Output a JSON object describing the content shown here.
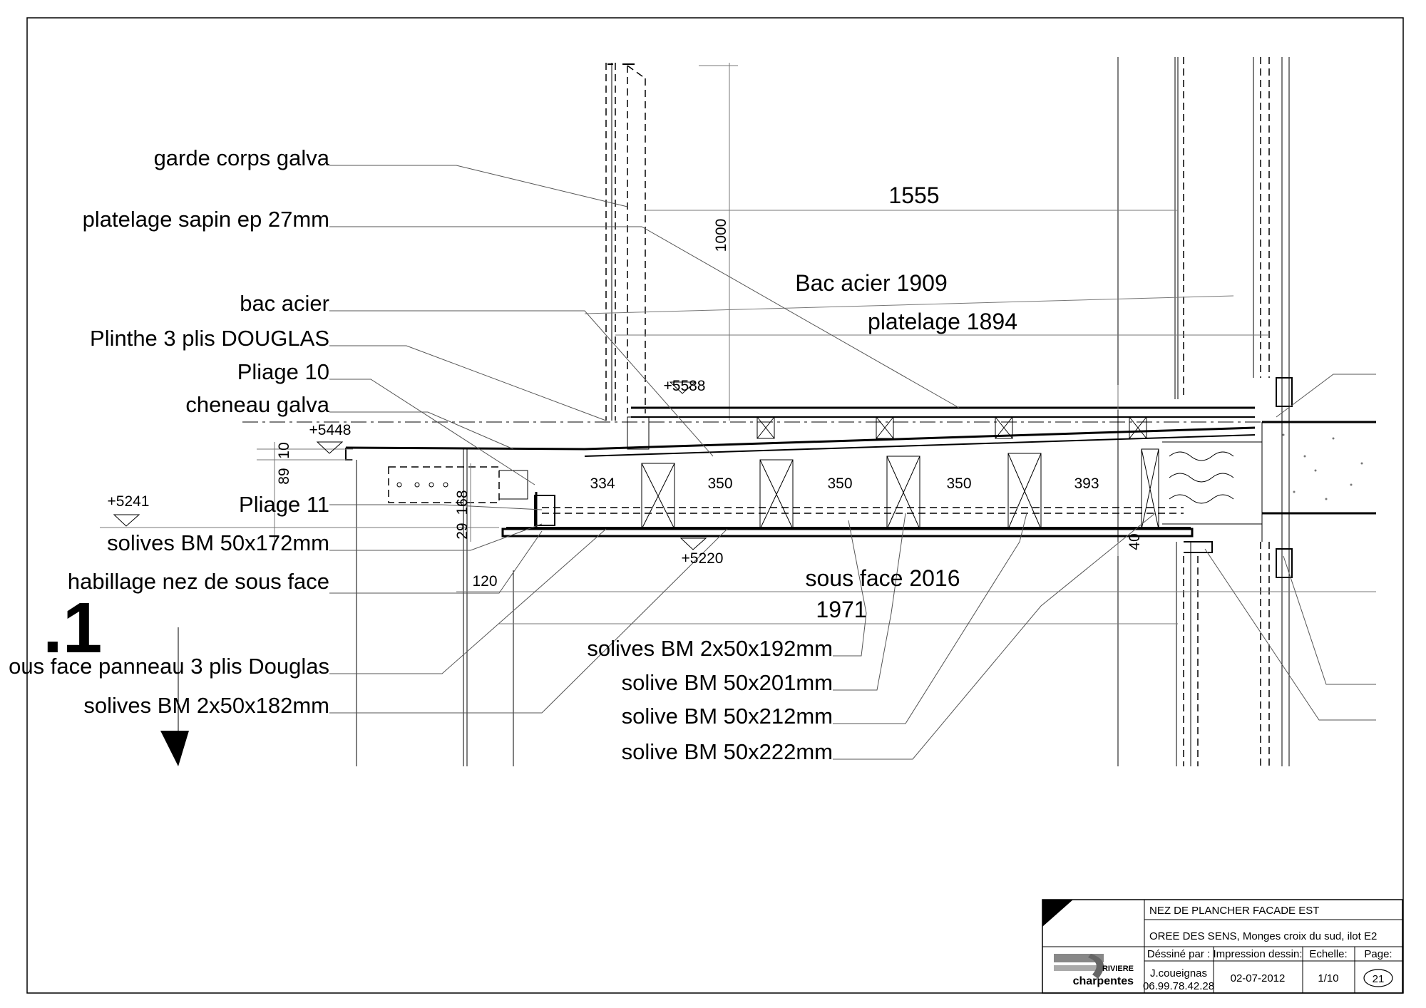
{
  "drawing": {
    "callouts_left": [
      "garde corps galva",
      "platelage sapin ep 27mm",
      "bac acier",
      "Plinthe 3 plis DOUGLAS",
      "Pliage 10",
      "cheneau galva",
      "Pliage 11",
      "solives BM 50x172mm",
      "habillage nez de sous face",
      "ous face panneau 3 plis Douglas",
      "solives BM 2x50x182mm"
    ],
    "callouts_bottom": [
      "solives BM 2x50x192mm",
      "solive BM 50x201mm",
      "solive BM 50x212mm",
      "solive BM 50x222mm"
    ],
    "dimensions": {
      "d1555": "1555",
      "d1000": "1000",
      "bac_acier": "Bac acier 1909",
      "platelage": "platelage 1894",
      "sous_face": "sous face 2016",
      "d1971": "1971",
      "spacings": [
        "334",
        "350",
        "350",
        "350",
        "393"
      ],
      "d120": "120",
      "d40": "40",
      "v10": "10",
      "v89": "89",
      "v168": "168",
      "v29": "29"
    },
    "levels": [
      "+5588",
      "+5448",
      "+5241",
      "+5220"
    ],
    "section_mark": ".1"
  },
  "title_block": {
    "title": "NEZ DE PLANCHER FACADE EST",
    "project": "OREE DES SENS, Monges croix du sud, ilot E2",
    "headers": {
      "drawn_by": "Déssiné par :",
      "print_date": "Impression dessin:",
      "scale": "Echelle:",
      "page": "Page:"
    },
    "values": {
      "drawn_by": "J.coueignas",
      "phone": "06.99.78.42.28",
      "print_date": "02-07-2012",
      "scale": "1/10",
      "page": "21"
    },
    "company": {
      "line1": "RIVIERE",
      "line2": "charpentes"
    }
  }
}
